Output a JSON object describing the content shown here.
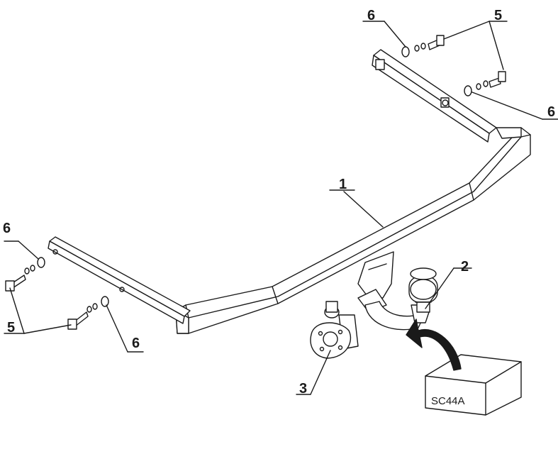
{
  "callouts": {
    "part_1": "1",
    "part_2": "2",
    "part_3": "3",
    "part_5_top": "5",
    "part_5_bottom": "5",
    "part_6_top_left": "6",
    "part_6_top_right": "6",
    "part_6_left_upper": "6",
    "part_6_left_lower": "6"
  },
  "box_label": "SC44A",
  "colors": {
    "line": "#1a1a1a",
    "fill": "#ffffff",
    "shade": "#d9d9d9"
  }
}
